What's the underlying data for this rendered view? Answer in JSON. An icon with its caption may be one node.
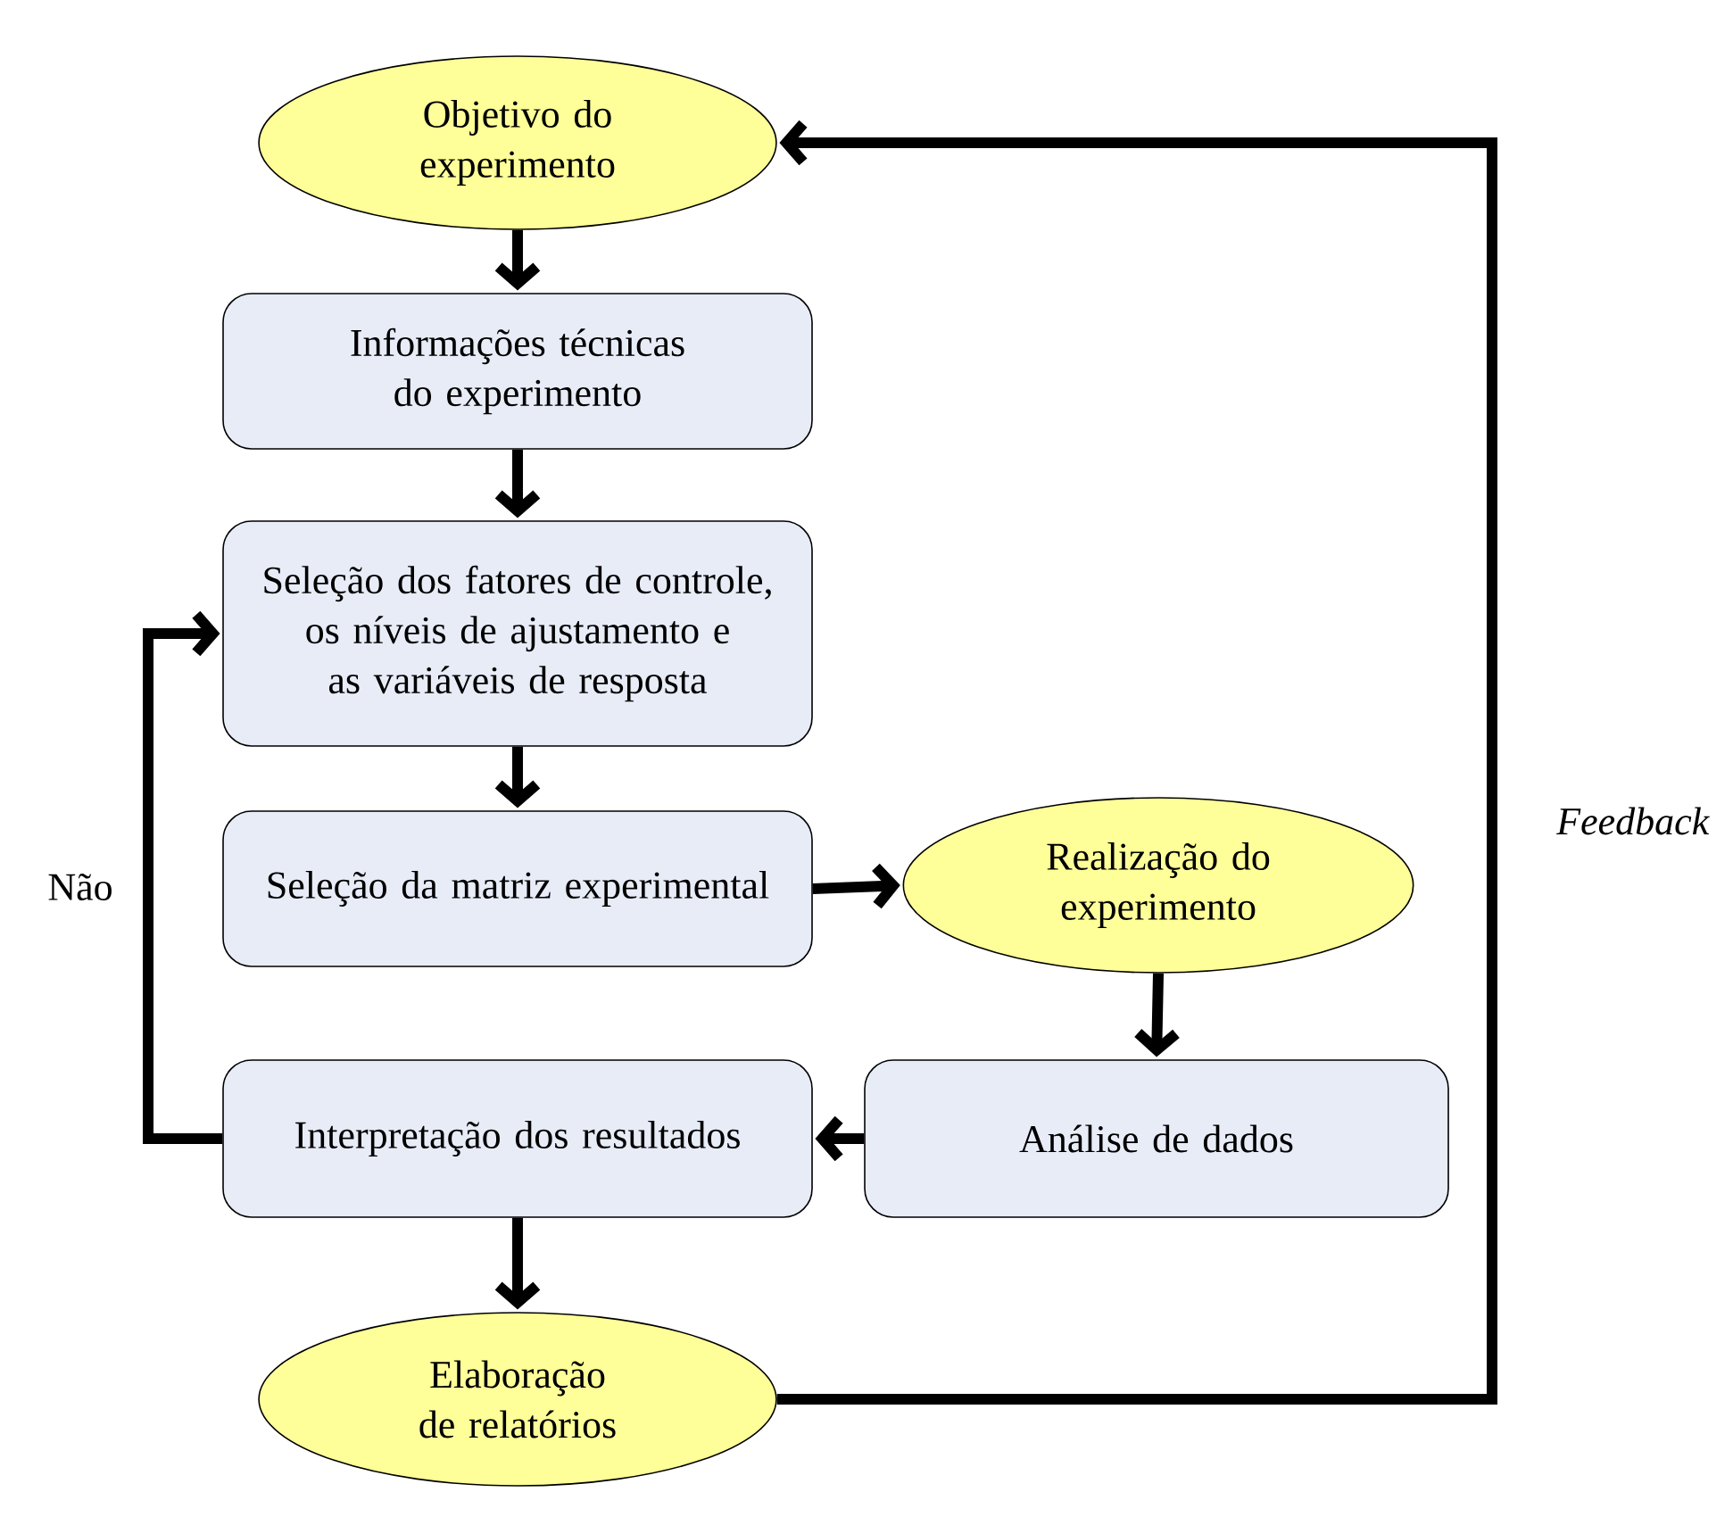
{
  "diagram": {
    "nodes": [
      {
        "text": [
          "Objetivo do experimento"
        ]
      },
      {
        "text": [
          "Informações técnicas do experimento"
        ]
      },
      {
        "text": [
          "Seleção dos fatores de controle, os níveis de ajustamento e as variáveis de resposta"
        ]
      },
      {
        "text": [
          "Seleção da matriz experimental"
        ]
      },
      {
        "text": [
          "Realização do experimento"
        ]
      },
      {
        "text": [
          "Análise de dados"
        ]
      },
      {
        "text": [
          "Interpretação dos resultados"
        ]
      },
      {
        "text": [
          "Elaboração de relatórios"
        ]
      }
    ],
    "edges": [
      {
        "from": 0,
        "to": 1,
        "arrow": "to"
      },
      {
        "from": 1,
        "to": 2,
        "arrow": "to"
      },
      {
        "from": 2,
        "to": 3,
        "arrow": "to"
      },
      {
        "from": 3,
        "to": 4,
        "arrow": "to"
      },
      {
        "from": 4,
        "to": 5,
        "arrow": "to"
      },
      {
        "from": 5,
        "to": 6,
        "arrow": "to"
      },
      {
        "from": 6,
        "to": 2,
        "arrow": "to",
        "label": "Não"
      },
      {
        "from": 6,
        "to": 7,
        "arrow": "to"
      },
      {
        "from": 7,
        "to": 0,
        "arrow": "to",
        "label": "*Feedback*"
      }
    ]
  }
}
